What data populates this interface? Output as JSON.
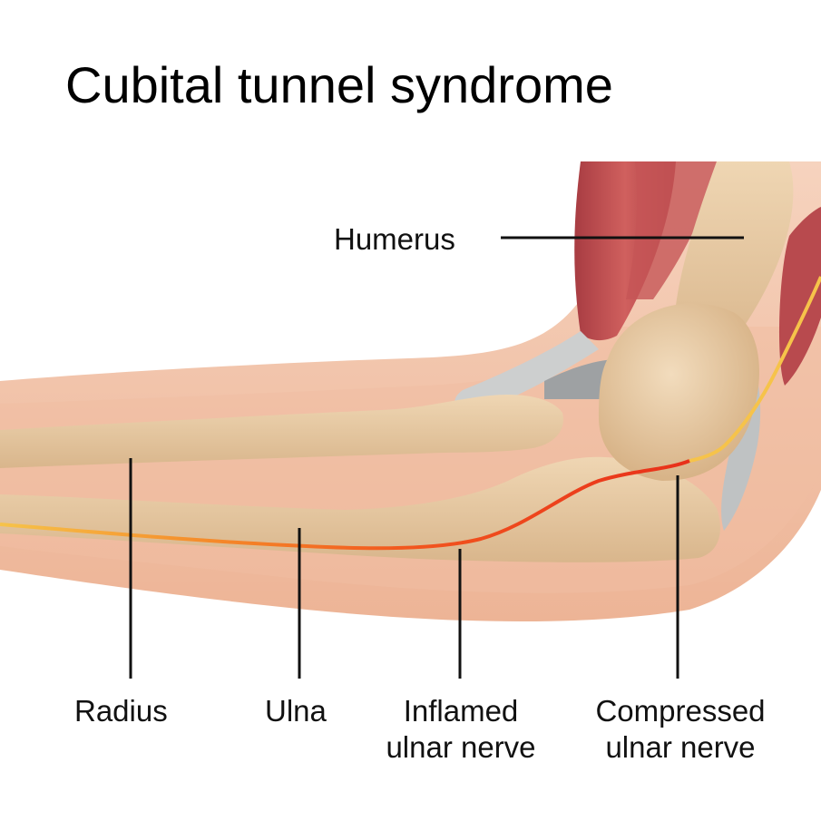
{
  "title": "Cubital tunnel syndrome",
  "labels": {
    "humerus": "Humerus",
    "radius": "Radius",
    "ulna": "Ulna",
    "inflamed": [
      "Inflamed",
      "ulnar nerve"
    ],
    "compressed": [
      "Compressed",
      "ulnar nerve"
    ]
  },
  "colors": {
    "skin_outer": "#F5CDB5",
    "skin_inner": "#EFB79C",
    "bone": "#E7C9A2",
    "bone_shadow": "#D4AE82",
    "muscle": "#B84A4E",
    "muscle_light": "#D46E6A",
    "tendon": "#C9CBCB",
    "nerve_inflamed": "#F2551E",
    "nerve_normal": "#F6B62E",
    "leader_line": "#111111"
  }
}
